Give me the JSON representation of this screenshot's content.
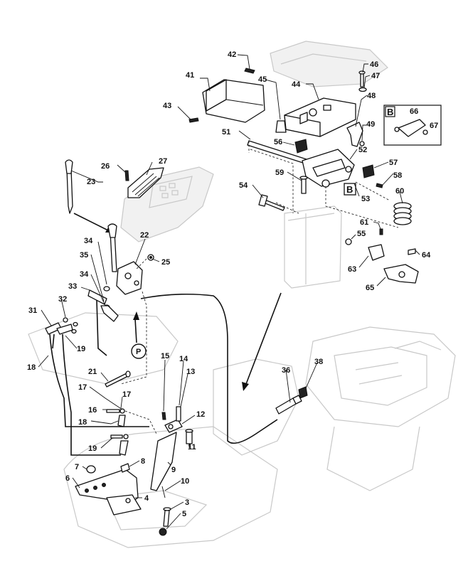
{
  "labels": {
    "p3": "3",
    "p4": "4",
    "p5": "5",
    "p6": "6",
    "p7": "7",
    "p8": "8",
    "p9": "9",
    "p10": "10",
    "p11": "11",
    "p12": "12",
    "p13": "13",
    "p14": "14",
    "p15": "15",
    "p16": "16",
    "p17a": "17",
    "p17b": "17",
    "p18a": "18",
    "p18b": "18",
    "p19a": "19",
    "p19b": "19",
    "p21": "21",
    "p22": "22",
    "p23": "23",
    "p25": "25",
    "p26": "26",
    "p27": "27",
    "p31": "31",
    "p32": "32",
    "p33": "33",
    "p34a": "34",
    "p34b": "34",
    "p35": "35",
    "p36": "36",
    "p38": "38",
    "p41": "41",
    "p42": "42",
    "p43": "43",
    "p44": "44",
    "p45": "45",
    "p46": "46",
    "p47": "47",
    "p48": "48",
    "p49": "49",
    "p51": "51",
    "p52": "52",
    "p53": "53",
    "p54": "54",
    "p55": "55",
    "p56": "56",
    "p57": "57",
    "p58": "58",
    "p59": "59",
    "p60": "60",
    "p61": "61",
    "p63": "63",
    "p64": "64",
    "p65": "65",
    "p66": "66",
    "p67": "67"
  },
  "markers": {
    "detail_b_main": "B",
    "detail_b_inset": "B",
    "port_p": "P"
  }
}
